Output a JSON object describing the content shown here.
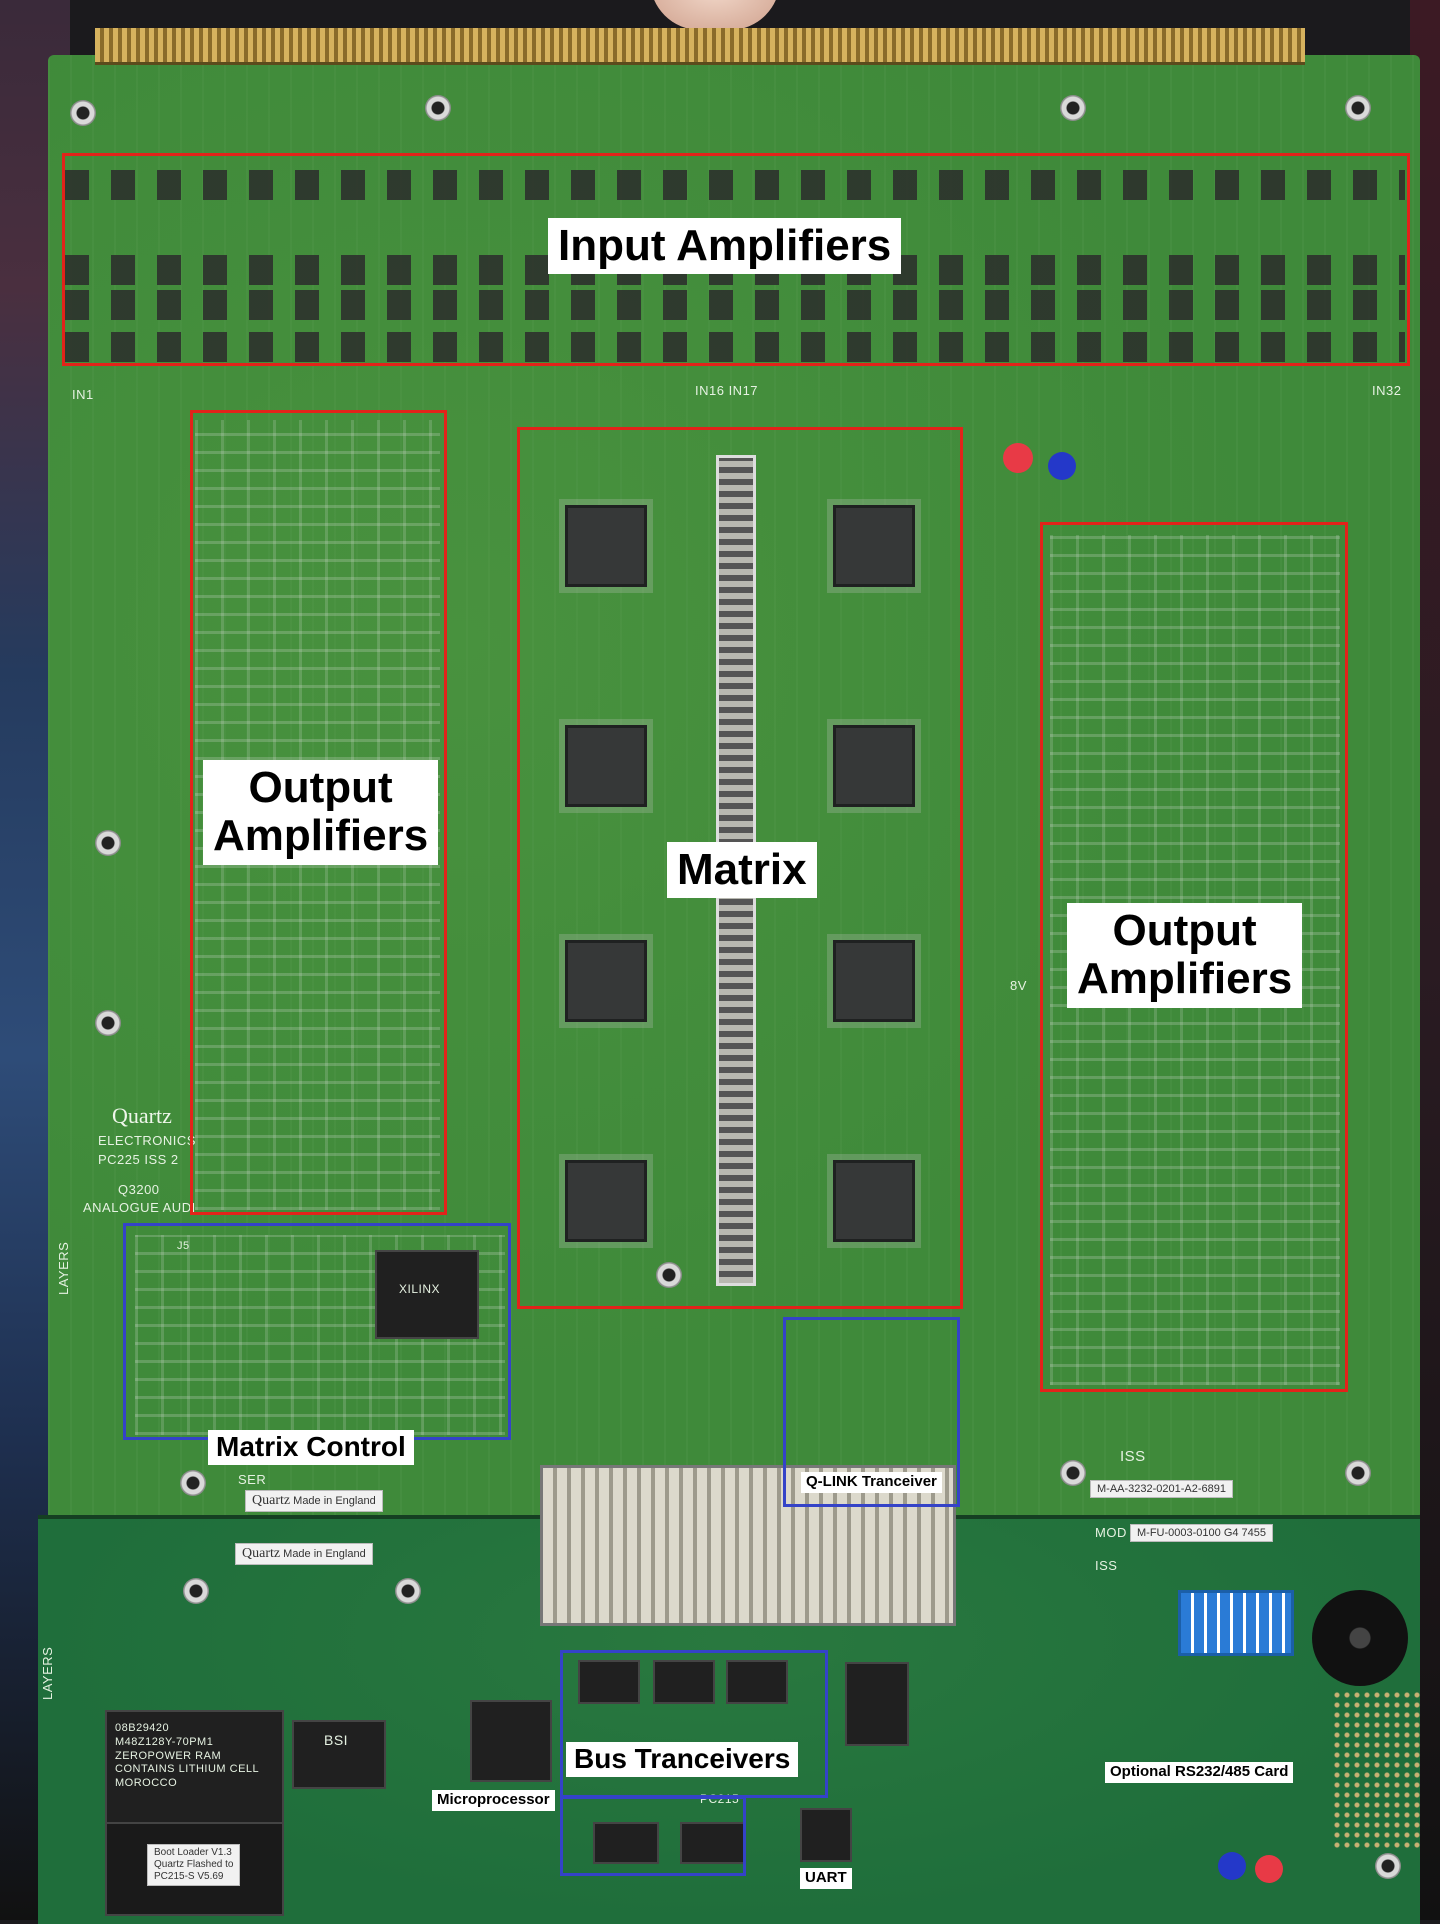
{
  "board_text": {
    "quartz_brand": "Quartz",
    "electronics": "ELECTRONICS",
    "pc225": "PC225  ISS 2",
    "q3200": "Q3200",
    "analogue": "ANALOGUE AUDI",
    "made_in_england": "Made in England",
    "layers": "LAYERS",
    "in1": "IN1",
    "in16_17": "IN16   IN17",
    "in32": "IN32",
    "iss": "ISS",
    "serial_tag": "M-AA-3232-0201-A2-6891",
    "mod": "MOD",
    "mod_tag": "M-FU-0003-0100 G4 7455",
    "pc215": "PC215",
    "xilinx": "XILINX",
    "boot_loader": "Boot Loader V1.3\nQuartz Flashed to\nPC215-S V5.69",
    "zeropower": "08B29420\nM48Z128Y-70PM1\nZEROPOWER RAM\nCONTAINS LITHIUM CELL\nMOROCCO",
    "bsi": "BSI",
    "ser": "SER",
    "j5": "J5",
    "tp_8v": "8V"
  },
  "annotations": {
    "input_amplifiers": "Input Amplifiers",
    "output_amplifiers_left": "Output\nAmplifiers",
    "matrix": "Matrix",
    "output_amplifiers_right": "Output\nAmplifiers",
    "matrix_control": "Matrix Control",
    "qlink": "Q-LINK Tranceiver",
    "bus_tranceivers": "Bus Tranceivers",
    "microprocessor": "Microprocessor",
    "uart": "UART",
    "optional_card": "Optional RS232/485 Card"
  },
  "colors": {
    "pcb_green": "#3f8a3a",
    "pcb_dark_green": "#1f6e3b",
    "annotation_red": "#e2231a",
    "annotation_blue": "#3443c8"
  }
}
